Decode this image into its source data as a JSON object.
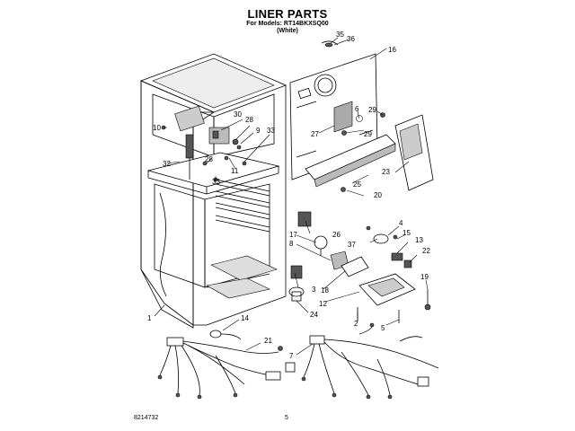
{
  "header": {
    "title": "LINER PARTS",
    "models_line": "For Models: RT14BKXSQ00",
    "color_line": "(White)"
  },
  "footer": {
    "doc_number": "8214732",
    "page_number": "5"
  },
  "callouts": {
    "c1": "1",
    "c2": "2",
    "c3": "3",
    "c4": "4",
    "c5": "5",
    "c6": "6",
    "c7": "7",
    "c8": "8",
    "c9": "9",
    "c10": "10",
    "c11": "11",
    "c12": "12",
    "c13": "13",
    "c14": "14",
    "c15": "15",
    "c16": "16",
    "c17": "17",
    "c18": "18",
    "c19": "19",
    "c20": "20",
    "c21": "21",
    "c22": "22",
    "c23": "23",
    "c24": "24",
    "c25": "25",
    "c26": "26",
    "c27": "27",
    "c28a": "28",
    "c28b": "28",
    "c29a": "29",
    "c29b": "29",
    "c30": "30",
    "c32": "32",
    "c33a": "33",
    "c33b": "33",
    "c35": "35",
    "c36": "36",
    "c37": "37"
  }
}
